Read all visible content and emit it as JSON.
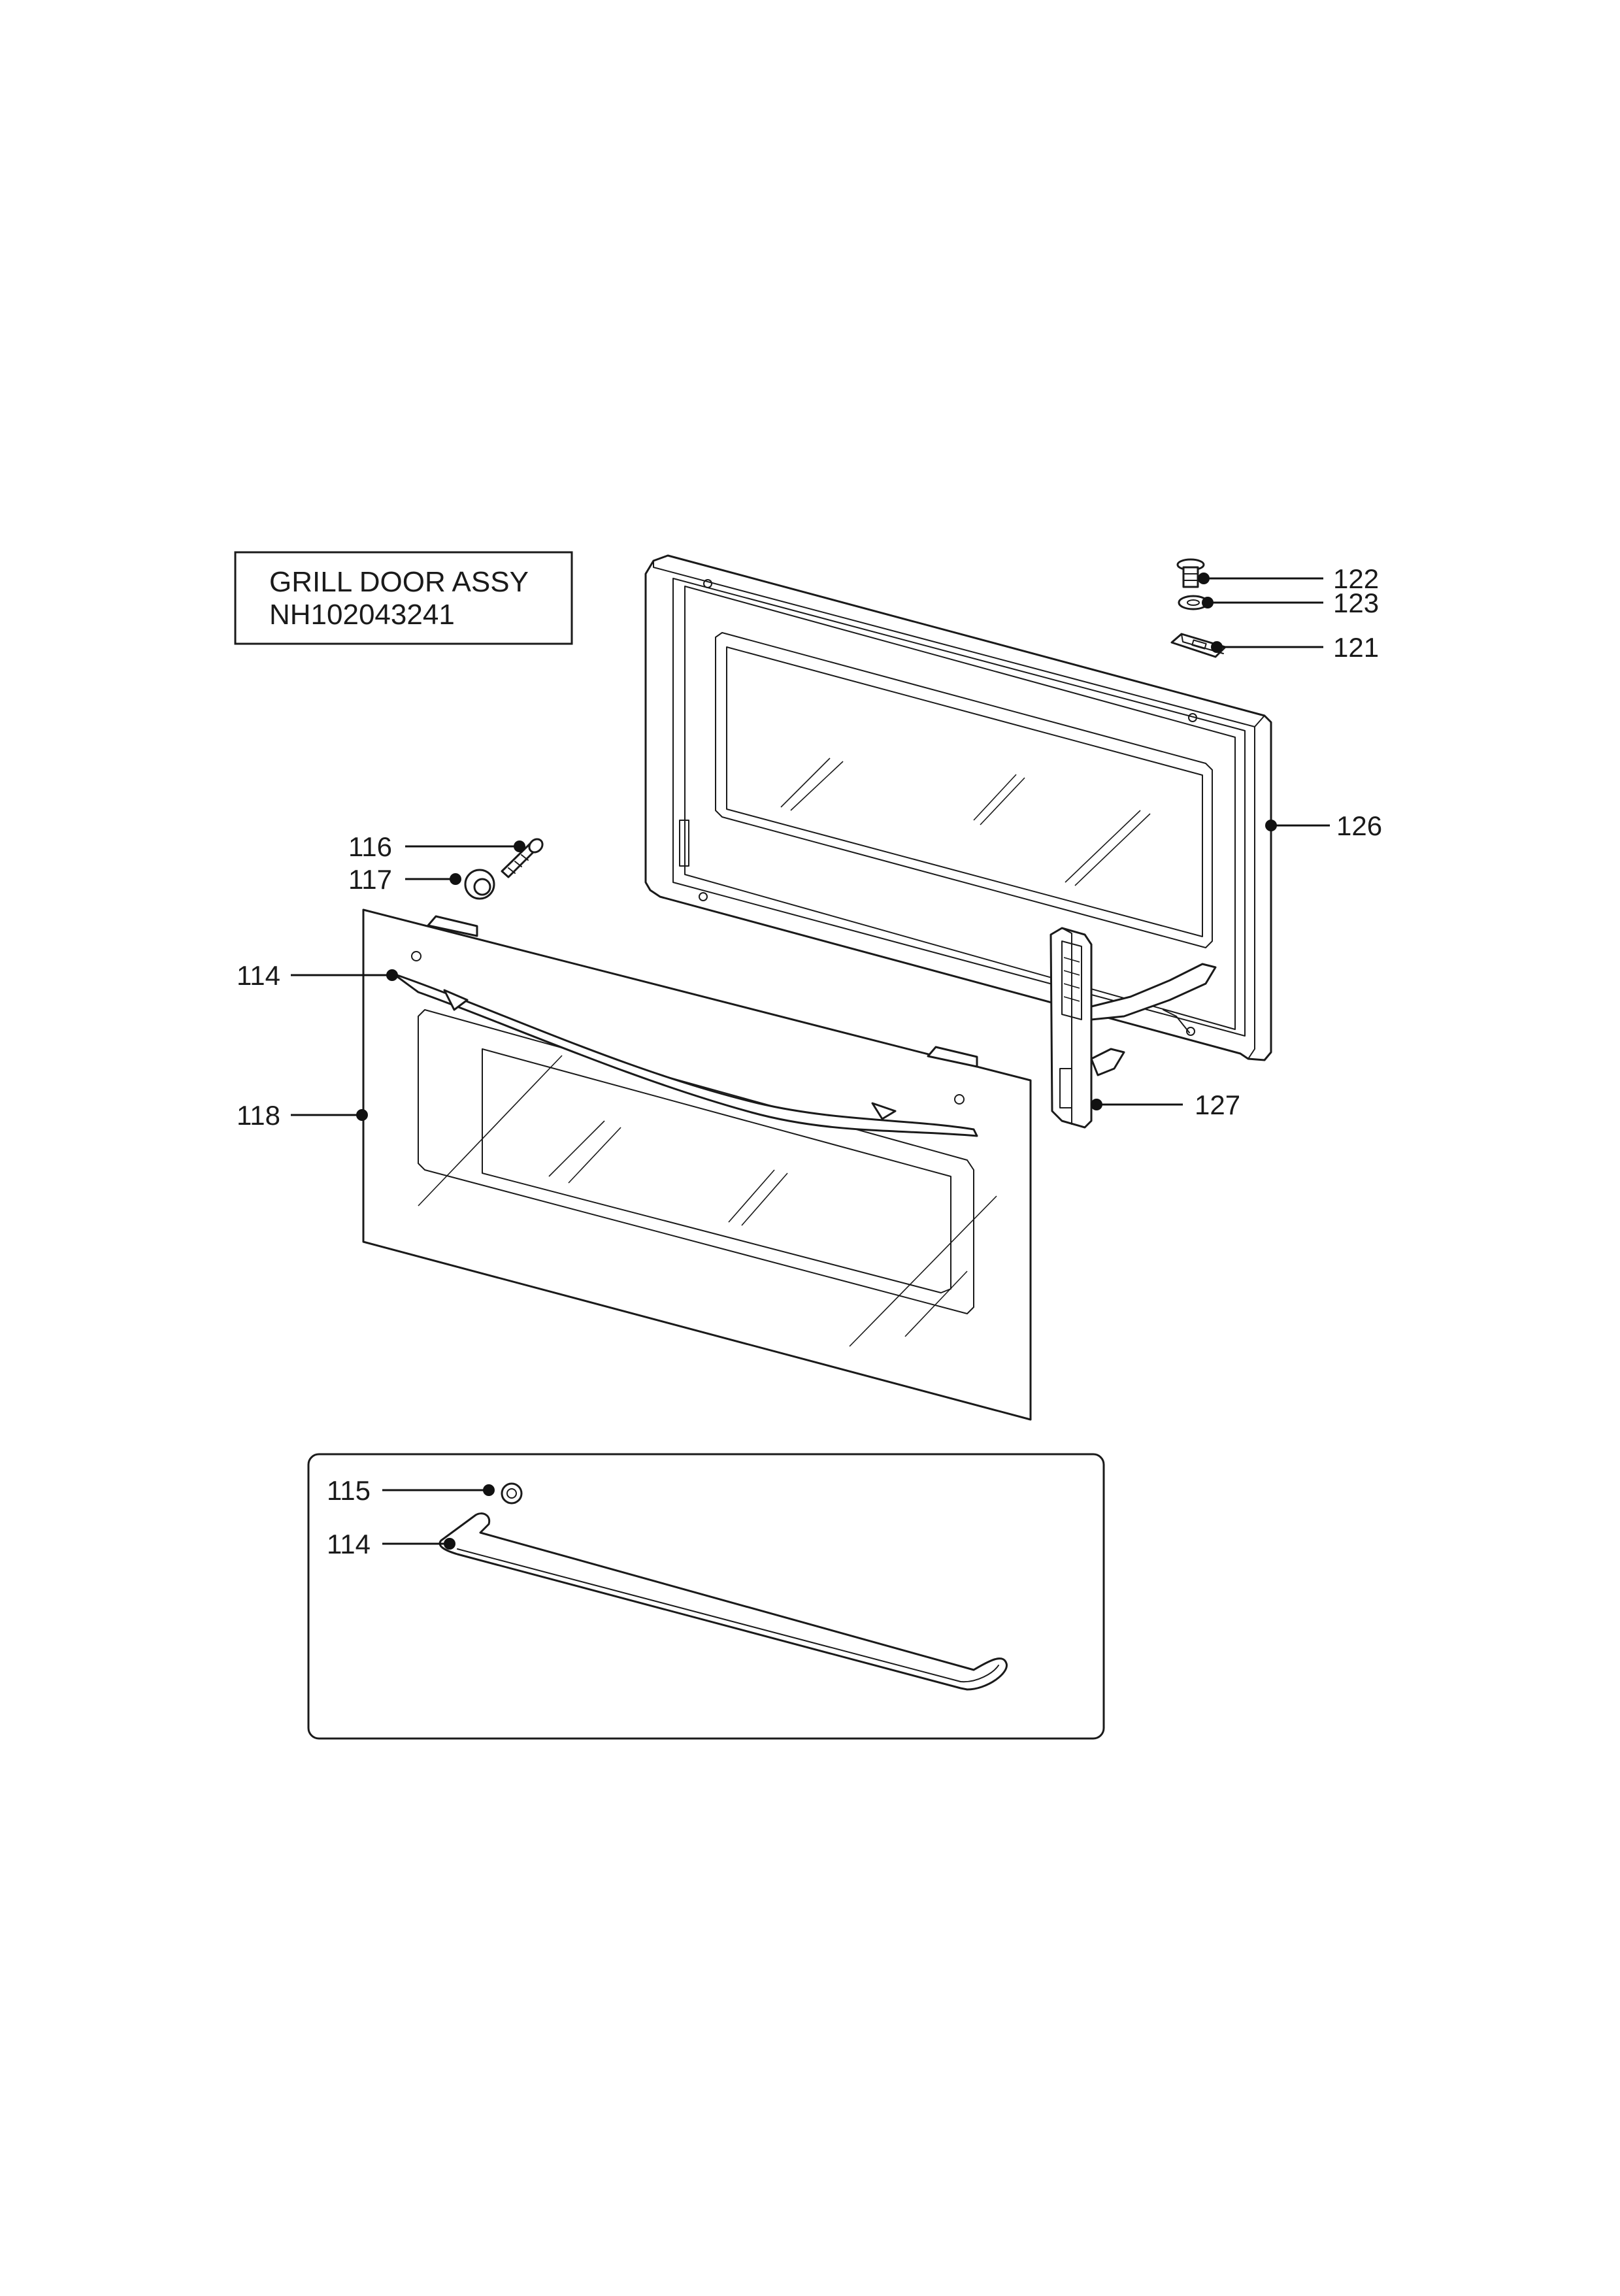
{
  "title_block": {
    "name": "GRILL DOOR ASSY",
    "part_number": "NH102043241"
  },
  "callouts": [
    {
      "id": "122"
    },
    {
      "id": "123"
    },
    {
      "id": "121"
    },
    {
      "id": "126"
    },
    {
      "id": "116"
    },
    {
      "id": "117"
    },
    {
      "id": "114"
    },
    {
      "id": "118"
    },
    {
      "id": "127"
    }
  ],
  "detail_callouts": [
    {
      "id": "115"
    },
    {
      "id": "114"
    }
  ]
}
